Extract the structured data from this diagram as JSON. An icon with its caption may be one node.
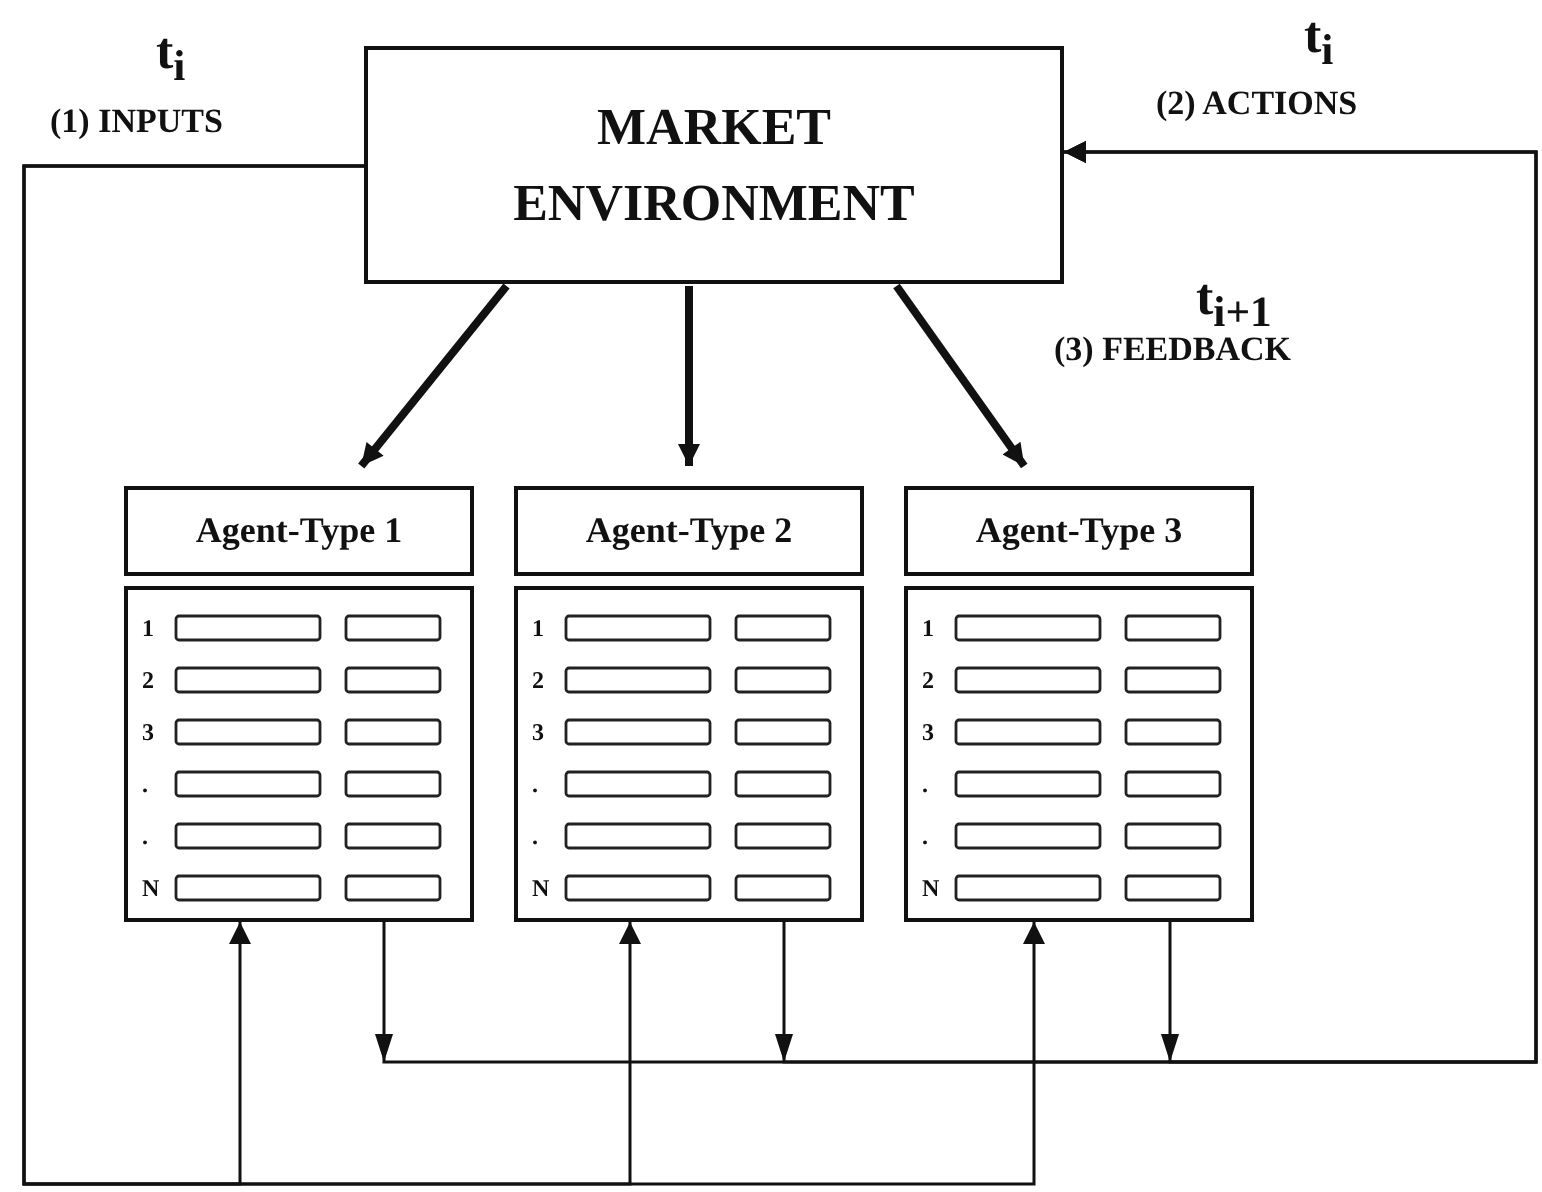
{
  "diagram": {
    "nodes": [
      {
        "text": [
          "MARKET ENVIRONMENT"
        ]
      },
      {
        "text": [
          "Agent-Type 1"
        ]
      },
      {
        "text": [
          "Agent-Type 2"
        ]
      },
      {
        "text": [
          "Agent-Type 3"
        ]
      },
      {
        "text": [
          "1",
          "2",
          "3",
          ".",
          ".",
          "N"
        ]
      },
      {
        "text": [
          "1",
          "2",
          "3",
          ".",
          ".",
          "N"
        ]
      },
      {
        "text": [
          "1",
          "2",
          "3",
          ".",
          ".",
          "N"
        ]
      }
    ],
    "edges": [
      {
        "from": 0,
        "to": 1,
        "arrow": "to",
        "style": "thick"
      },
      {
        "from": 0,
        "to": 2,
        "arrow": "to",
        "style": "thick"
      },
      {
        "from": 0,
        "to": 3,
        "arrow": "to",
        "style": "thick"
      },
      {
        "from": 0,
        "to": 4,
        "arrow": "to"
      },
      {
        "from": 0,
        "to": 5,
        "arrow": "to"
      },
      {
        "from": 0,
        "to": 6,
        "arrow": "to"
      },
      {
        "from": 4,
        "to": 0,
        "arrow": "to"
      },
      {
        "from": 5,
        "to": 0,
        "arrow": "to"
      },
      {
        "from": 6,
        "to": 0,
        "arrow": "to"
      }
    ],
    "labels": [
      "t$_{i}$",
      "(1) INPUTS",
      "t$_{i}$",
      "(2) ACTIONS",
      "t$_{i+1}$",
      "(3) FEEDBACK"
    ]
  }
}
